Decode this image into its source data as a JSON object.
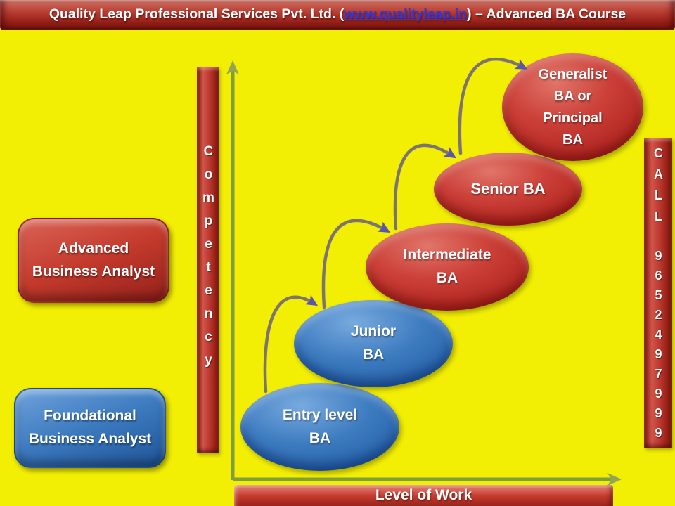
{
  "header": {
    "prefix": "Quality Leap Professional Services Pvt. Ltd. (",
    "link_text": "www.qualityleap.in",
    "suffix": ") – Advanced BA Course"
  },
  "y_axis_label": "Competency",
  "x_axis_label": "Level of Work",
  "call_banner": {
    "word": "CALL",
    "number": "9652497999"
  },
  "role_boxes": {
    "advanced": "Advanced\nBusiness Analyst",
    "foundational": "Foundational\nBusiness Analyst"
  },
  "levels": [
    {
      "name": "entry-level-ba",
      "label": "Entry level\nBA",
      "color": "blue"
    },
    {
      "name": "junior-ba",
      "label": "Junior\nBA",
      "color": "blue"
    },
    {
      "name": "intermediate-ba",
      "label": "Intermediate\nBA",
      "color": "red"
    },
    {
      "name": "senior-ba",
      "label": "Senior BA",
      "color": "red"
    },
    {
      "name": "generalist-ba",
      "label": "Generalist\nBA or\nPrincipal\nBA",
      "color": "red"
    }
  ],
  "colors": {
    "background_yellow": "#F2EE04",
    "bar_red": "#B7342A",
    "shape_red": "#CB4038",
    "shape_blue": "#3E7CC0",
    "axis_green": "#7F9F3D",
    "connector_gray": "#7D7370",
    "arrowhead_purple": "#5C55AB",
    "link_blue": "#3535D6",
    "text_white": "#FFFFFF"
  }
}
